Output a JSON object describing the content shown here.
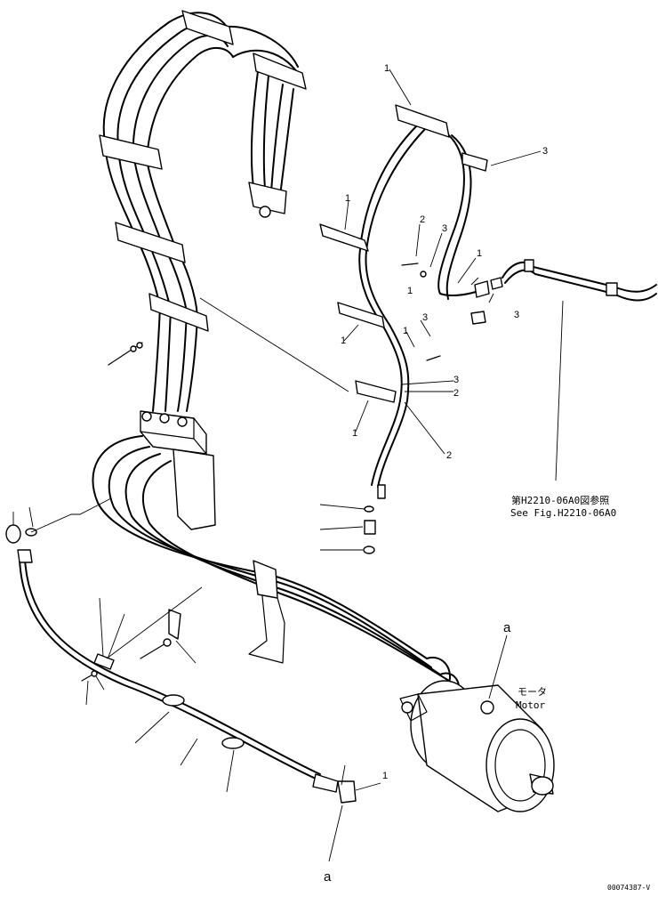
{
  "callouts": {
    "c1": "1",
    "c2": "1",
    "c3": "2",
    "c4": "3",
    "c5": "3",
    "c6": "1",
    "c7": "1",
    "c8": "3",
    "c9": "1",
    "c10": "3",
    "c11": "2",
    "c12": "1",
    "c13": "3",
    "c14": "1",
    "c15": "2",
    "c16": "1"
  },
  "reference_note": {
    "line1": "第H2210-06A0図参照",
    "line2": "See Fig.H2210-06A0"
  },
  "motor_label": {
    "ja": "モータ",
    "en": "Motor"
  },
  "marker_a_top": "a",
  "marker_a_bottom": "a",
  "figure_code": "00074387-V"
}
